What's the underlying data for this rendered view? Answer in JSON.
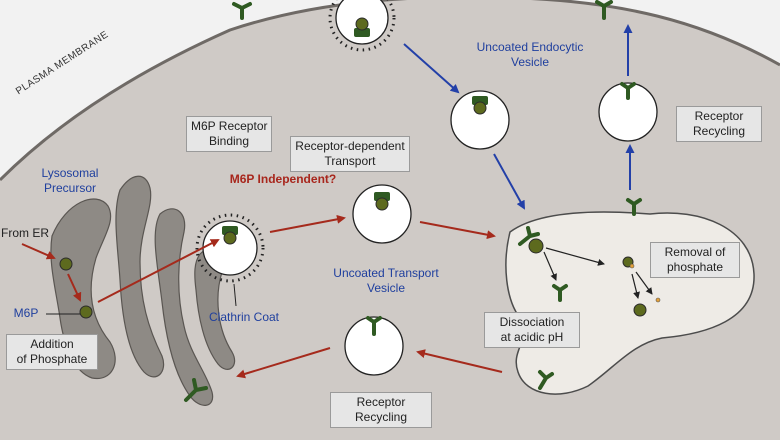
{
  "membrane_label": "PLASMA MEMBRANE",
  "labels": {
    "m6p_receptor_binding": [
      "M6P Receptor",
      "Binding"
    ],
    "receptor_dependent_transport": [
      "Receptor-dependent",
      "Transport"
    ],
    "uncoated_endocytic_vesicle": [
      "Uncoated Endocytic",
      "Vesicle"
    ],
    "receptor_recycling_top": [
      "Receptor",
      "Recycling"
    ],
    "lysosomal_precursor": [
      "Lysosomal",
      "Precursor"
    ],
    "m6p_independent": "M6P Independent?",
    "from_er": "From ER",
    "m6p": "M6P",
    "addition_of_phosphate": [
      "Addition",
      "of Phosphate"
    ],
    "clathrin_coat": "Clathrin Coat",
    "uncoated_transport_vesicle": [
      "Uncoated Transport",
      "Vesicle"
    ],
    "removal_of_phosphate": [
      "Removal of",
      "phosphate"
    ],
    "dissociation": [
      "Dissociation",
      "at acidic pH"
    ],
    "receptor_recycling_bottom": [
      "Receptor",
      "Recycling"
    ]
  },
  "colors": {
    "background": "#f2f2f2",
    "cell": "#cfcac6",
    "golgi": "#8e8a85",
    "vesicle": "#ffffff",
    "receptor": "#2f5a22",
    "enzyme": "#5d6a1e",
    "blue_arrow": "#2340a8",
    "red_arrow": "#a52a1c",
    "blue_text": "#1f3f9e",
    "red_text": "#a8261c"
  }
}
